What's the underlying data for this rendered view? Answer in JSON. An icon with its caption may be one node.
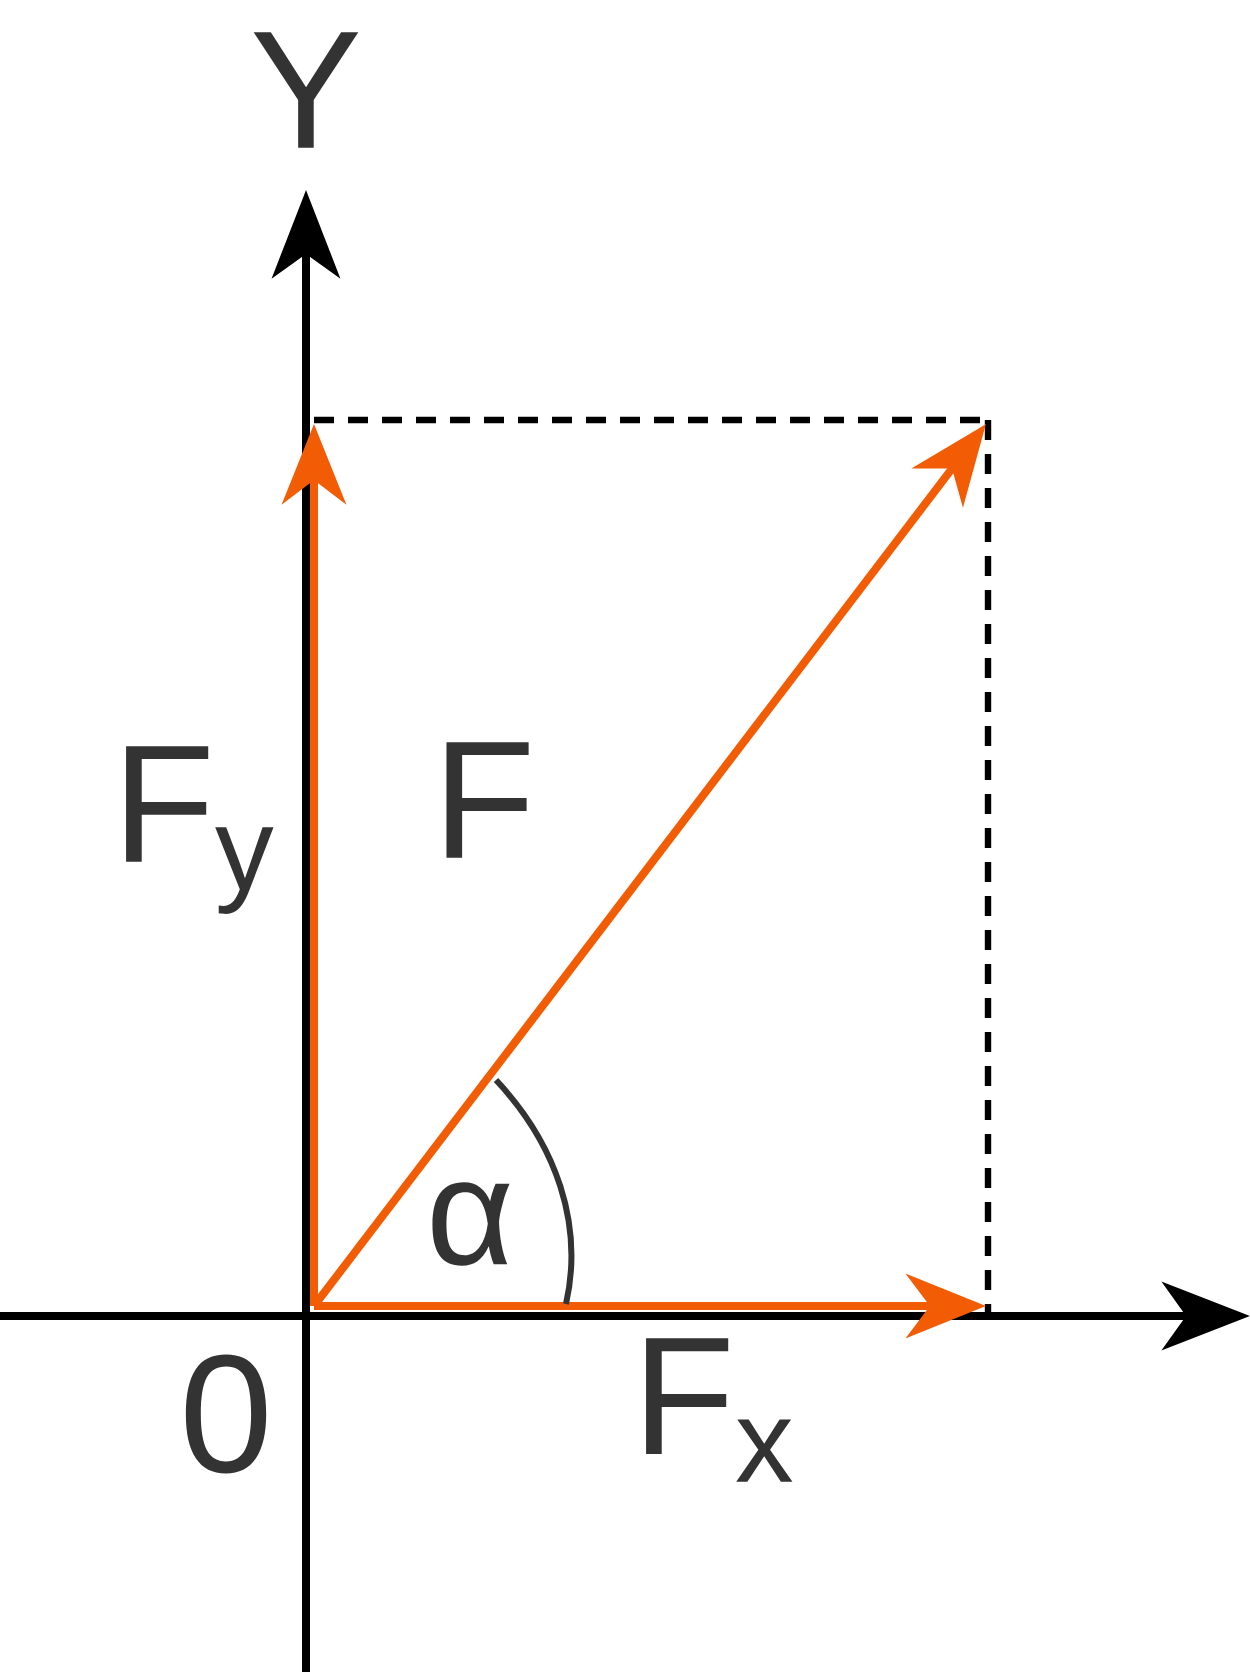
{
  "diagram": {
    "labels": [
      "Y",
      "F$_{y}$",
      "F",
      "α",
      "0",
      "F$_{x}$"
    ]
  }
}
